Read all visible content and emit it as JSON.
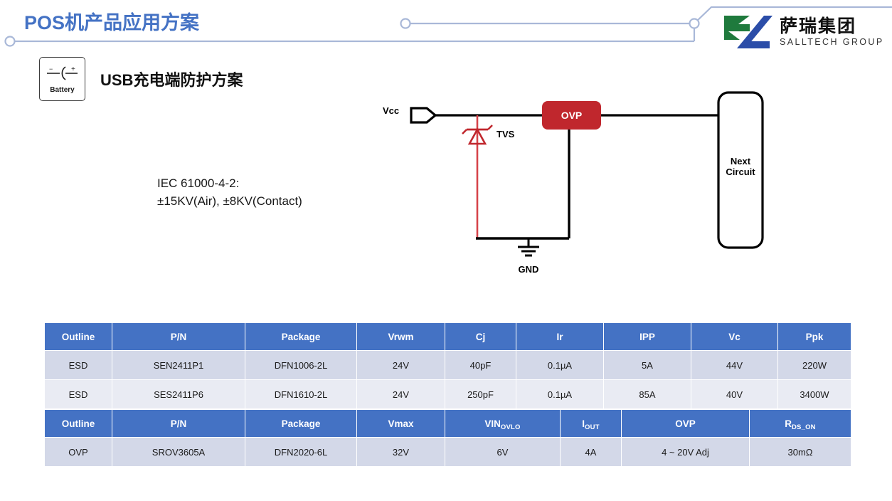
{
  "header": {
    "title": "POS机产品应用方案",
    "title_color": "#4472C4",
    "decor_color": "#A9B8D8"
  },
  "logo": {
    "name_cn": "萨瑞集团",
    "name_en": "SALLTECH GROUP",
    "mark_green": "#1F7A3D",
    "mark_blue": "#2B4DA8"
  },
  "badge": {
    "label": "Battery",
    "minus": "−",
    "plus": "+"
  },
  "section": {
    "heading_latin": "USB",
    "heading_cn": "充电端防护方案"
  },
  "note": {
    "line1": "IEC 61000-4-2:",
    "line2": "±15KV(Air), ±8KV(Contact)"
  },
  "circuit": {
    "vcc_label": "Vcc",
    "tvs_label": "TVS",
    "ovp_label": "OVP",
    "ovp_color": "#C0272D",
    "tvs_color": "#D6434A",
    "gnd_label": "GND",
    "next_circuit_line1": "Next",
    "next_circuit_line2": "Circuit",
    "wire_color": "#000000"
  },
  "tables": {
    "header_color": "#4472C4",
    "row_a_color": "#D3D8E8",
    "row_b_color": "#E9EBF3",
    "esd": {
      "columns": [
        {
          "label": "Outline",
          "sub": ""
        },
        {
          "label": "P/N",
          "sub": ""
        },
        {
          "label": "Package",
          "sub": ""
        },
        {
          "label": "Vrwm",
          "sub": ""
        },
        {
          "label": "Cj",
          "sub": ""
        },
        {
          "label": "Ir",
          "sub": ""
        },
        {
          "label": "IPP",
          "sub": ""
        },
        {
          "label": "Vc",
          "sub": ""
        },
        {
          "label": "Ppk",
          "sub": ""
        }
      ],
      "rows": [
        [
          "ESD",
          "SEN2411P1",
          "DFN1006-2L",
          "24V",
          "40pF",
          "0.1µA",
          "5A",
          "44V",
          "220W"
        ],
        [
          "ESD",
          "SES2411P6",
          "DFN1610-2L",
          "24V",
          "250pF",
          "0.1µA",
          "85A",
          "40V",
          "3400W"
        ]
      ]
    },
    "ovp": {
      "columns": [
        {
          "label": "Outline",
          "sub": ""
        },
        {
          "label": "P/N",
          "sub": ""
        },
        {
          "label": "Package",
          "sub": ""
        },
        {
          "label": "Vmax",
          "sub": ""
        },
        {
          "label": "VIN",
          "sub": "OVLO"
        },
        {
          "label": "I",
          "sub": "OUT"
        },
        {
          "label": "OVP",
          "sub": ""
        },
        {
          "label": "R",
          "sub": "DS_ON"
        }
      ],
      "rows": [
        [
          "OVP",
          "SROV3605A",
          "DFN2020-6L",
          "32V",
          "6V",
          "4A",
          "4 ~ 20V Adj",
          "30mΩ"
        ]
      ]
    }
  }
}
